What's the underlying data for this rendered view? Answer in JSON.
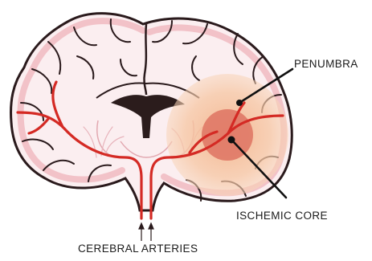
{
  "labels": {
    "penumbra": "PENUMBRA",
    "ischemic_core": "ISCHEMIC CORE",
    "cerebral_arteries": "CEREBRAL ARTERIES"
  },
  "colors": {
    "brain_fill": "#fbeef0",
    "gyri_line": "#2a1a1c",
    "gray_matter": "#f2c2c8",
    "ventricle": "#2b1c1c",
    "artery": "#d42a24",
    "penumbra": "#f6c39c",
    "ischemic_core": "#e07866",
    "pointer": "#111111"
  }
}
